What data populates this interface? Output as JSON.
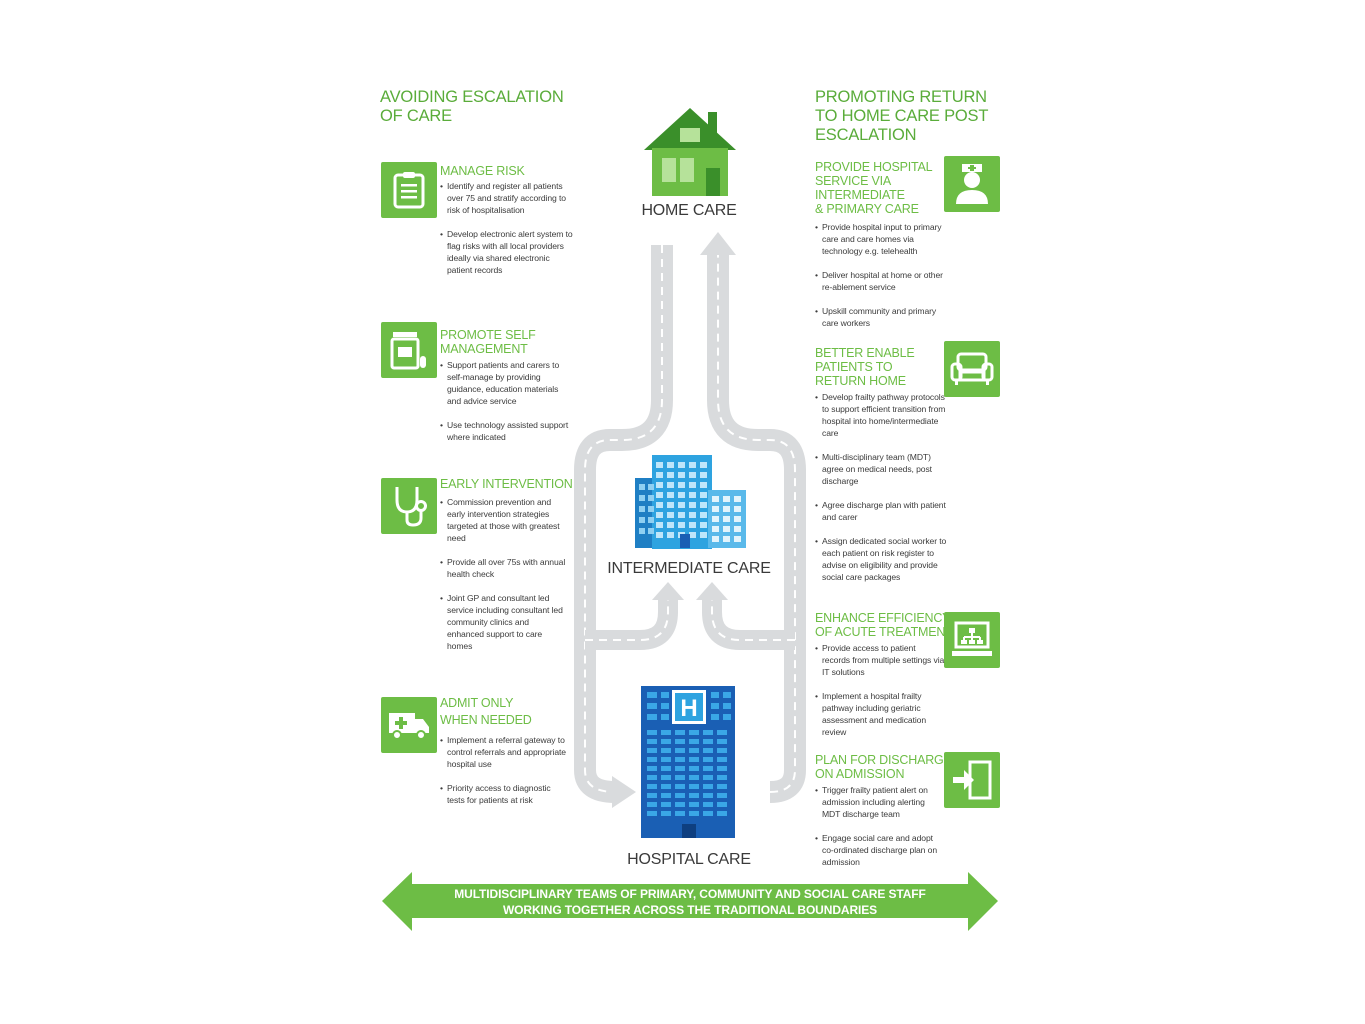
{
  "left_column": {
    "heading": [
      "AVOIDING ESCALATION",
      "OF CARE"
    ],
    "sections": [
      {
        "title": [
          "MANAGE RISK"
        ],
        "icon": "clipboard-icon",
        "bullets": [
          "Identify and register all patients over 75 and stratify according to risk of hospitalisation",
          "Develop electronic alert system to flag risks with all local providers ideally via shared electronic patient records"
        ]
      },
      {
        "title": [
          "PROMOTE SELF",
          "MANAGEMENT"
        ],
        "icon": "medicine-jar-icon",
        "bullets": [
          "Support patients and carers to self-manage by providing guidance, education materials and advice service",
          "Use technology assisted support where indicated"
        ]
      },
      {
        "title": [
          "EARLY INTERVENTION"
        ],
        "icon": "stethoscope-icon",
        "bullets": [
          "Commission prevention and early intervention strategies targeted at those with greatest need",
          "Provide all over 75s with annual health check",
          "Joint GP and consultant led service including consultant led community clinics and enhanced support to care homes"
        ]
      },
      {
        "title": [
          "ADMIT ONLY",
          "WHEN NEEDED"
        ],
        "icon": "ambulance-icon",
        "bullets": [
          "Implement a referral gateway to control referrals and appropriate hospital use",
          "Priority access to diagnostic tests for patients at risk"
        ]
      }
    ]
  },
  "right_column": {
    "heading": [
      "PROMOTING RETURN",
      "TO HOME CARE POST",
      "ESCALATION"
    ],
    "sections": [
      {
        "title": [
          "PROVIDE HOSPITAL",
          "SERVICE VIA",
          "INTERMEDIATE",
          "& PRIMARY CARE"
        ],
        "icon": "nurse-icon",
        "bullets": [
          "Provide hospital input to primary care and care homes via technology e.g. telehealth",
          "Deliver hospital at home or other re-ablement service",
          "Upskill community and primary care workers"
        ]
      },
      {
        "title": [
          "BETTER ENABLE",
          "PATIENTS TO",
          "RETURN HOME"
        ],
        "icon": "armchair-icon",
        "bullets": [
          "Develop frailty pathway protocols to support efficient transition from hospital into home/intermediate care",
          "Multi-disciplinary team (MDT) agree on medical needs, post discharge",
          "Agree discharge plan with patient and carer",
          "Assign dedicated social worker to each patient on risk register to advise on eligibility and provide social care packages"
        ]
      },
      {
        "title": [
          "ENHANCE EFFICIENCY",
          "OF ACUTE TREATMENT"
        ],
        "icon": "laptop-network-icon",
        "bullets": [
          "Provide access to patient records from multiple settings via IT solutions",
          "Implement a hospital frailty pathway including geriatric assessment and medication review"
        ]
      },
      {
        "title": [
          "PLAN FOR DISCHARGE",
          "ON ADMISSION"
        ],
        "icon": "exit-door-icon",
        "bullets": [
          "Trigger frailty patient alert on admission including alerting MDT discharge team",
          "Engage social care and adopt co-ordinated discharge plan on admission"
        ]
      }
    ]
  },
  "center": {
    "home_label": "HOME CARE",
    "intermediate_label": "INTERMEDIATE CARE",
    "hospital_label": "HOSPITAL CARE"
  },
  "banner": {
    "line1": "MULTIDISCIPLINARY TEAMS OF PRIMARY, COMMUNITY AND SOCIAL CARE STAFF",
    "line2": "WORKING TOGETHER ACROSS THE TRADITIONAL BOUNDARIES"
  },
  "colors": {
    "green": "#6dbd45",
    "dark_green": "#5aac3a",
    "road": "#d9dbdd",
    "road_dash": "#ffffff",
    "building_light": "#2ea3e0",
    "building_dark": "#1a5fb4"
  }
}
